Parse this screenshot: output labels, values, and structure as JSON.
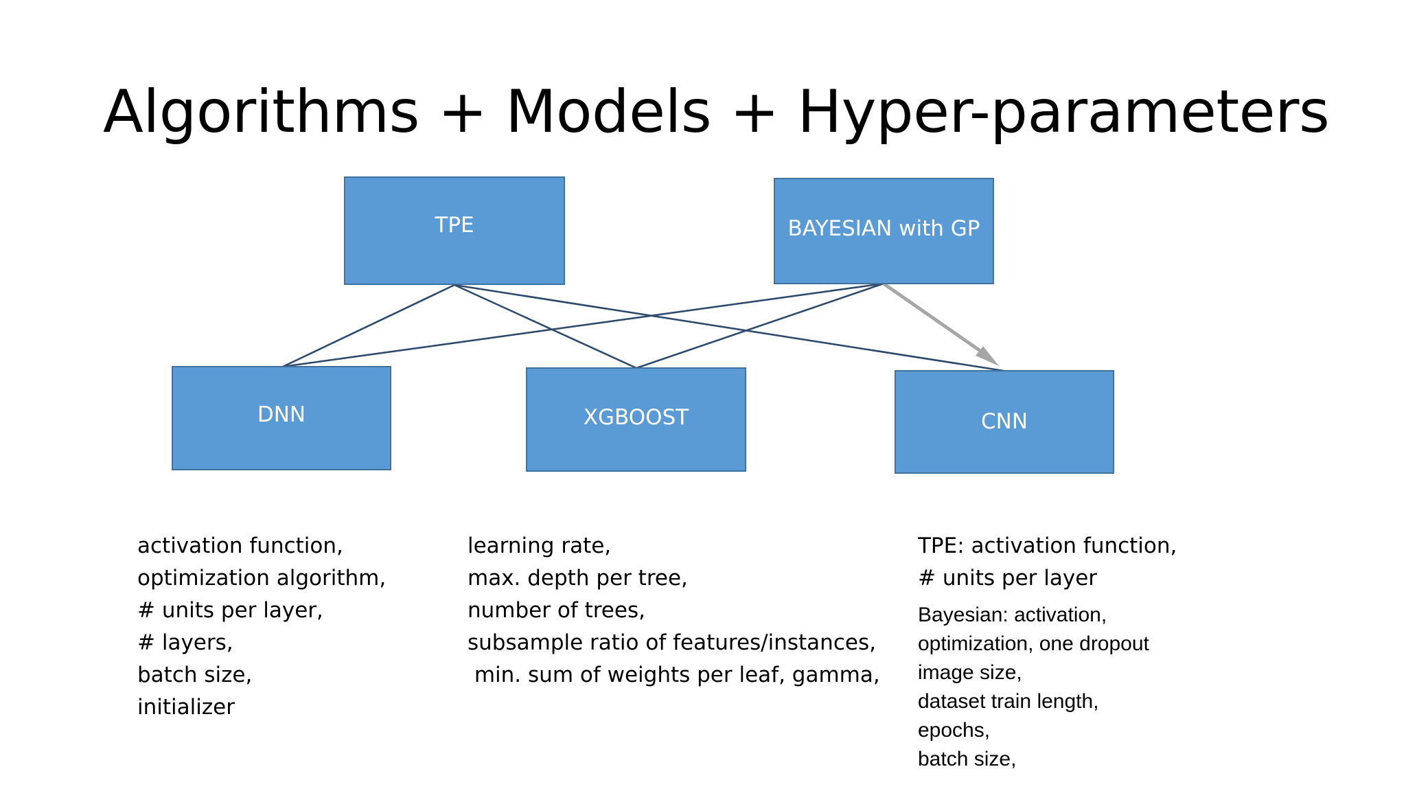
{
  "slide": {
    "title": "Algorithms + Models + Hyper-parameters",
    "background_color": "#FFFFFF"
  },
  "colors": {
    "box_fill": "#5B9BD5",
    "box_border": "#41719C",
    "box_text": "#FFFFFF",
    "connector_line": "#2E4B6B",
    "arrow_gray": "#A6A6A6",
    "body_text": "#000000"
  },
  "diagram": {
    "algorithm_nodes": [
      {
        "id": "tpe",
        "label": "TPE"
      },
      {
        "id": "bayesian",
        "label": "BAYESIAN with GP"
      }
    ],
    "model_nodes": [
      {
        "id": "dnn",
        "label": "DNN"
      },
      {
        "id": "xgboost",
        "label": "XGBOOST"
      },
      {
        "id": "cnn",
        "label": "CNN"
      }
    ],
    "edges": [
      {
        "from": "tpe",
        "to": "dnn",
        "style": "line",
        "color": "#2E4B6B"
      },
      {
        "from": "tpe",
        "to": "xgboost",
        "style": "line",
        "color": "#2E4B6B"
      },
      {
        "from": "tpe",
        "to": "cnn",
        "style": "line",
        "color": "#2E4B6B"
      },
      {
        "from": "bayesian",
        "to": "dnn",
        "style": "line",
        "color": "#2E4B6B"
      },
      {
        "from": "bayesian",
        "to": "xgboost",
        "style": "line",
        "color": "#2E4B6B"
      },
      {
        "from": "bayesian",
        "to": "cnn",
        "style": "arrow",
        "color": "#A6A6A6"
      }
    ]
  },
  "hyperparameters": {
    "dnn": {
      "lines": [
        "activation function,",
        "optimization algorithm,",
        "# units per layer,",
        "# layers,",
        "batch size,",
        "initializer"
      ]
    },
    "xgboost": {
      "lines": [
        "learning rate,",
        "max. depth per tree,",
        "number of trees,",
        "subsample ratio of features/instances,",
        " min. sum of weights per leaf, gamma,"
      ]
    },
    "cnn": {
      "tpe_lines": [
        "TPE: activation function,",
        "# units per layer"
      ],
      "bayesian_lines": [
        "Bayesian: activation,",
        "optimization, one dropout",
        "image size,",
        "dataset train length,",
        "epochs,",
        "batch size,"
      ]
    }
  }
}
